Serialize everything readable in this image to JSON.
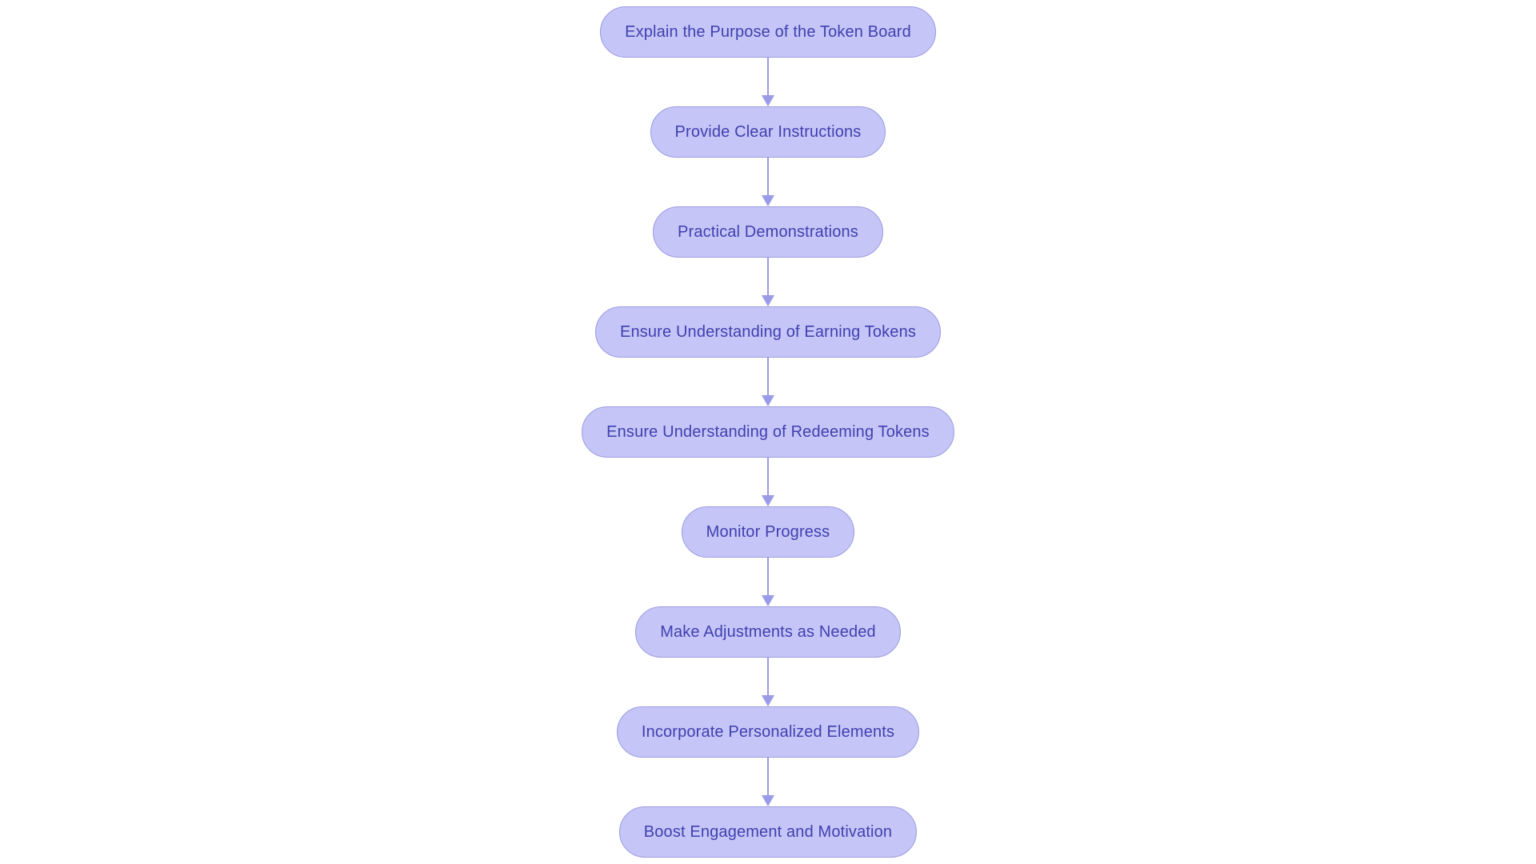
{
  "chart_data": {
    "type": "diagram",
    "diagram_type": "flowchart",
    "orientation": "top-to-bottom",
    "title": "",
    "node_count": 9,
    "edge_count": 8,
    "background_color": "#ffffff",
    "node_fill_color": "#c5c6f7",
    "node_border_color": "#9a9ae0",
    "node_text_color": "#3f3fb0",
    "edge_color": "#9a9ae8",
    "node_shape": "rounded-pill",
    "nodes": [
      {
        "id": "n1",
        "label": "Explain the Purpose of the Token Board"
      },
      {
        "id": "n2",
        "label": "Provide Clear Instructions"
      },
      {
        "id": "n3",
        "label": "Practical Demonstrations"
      },
      {
        "id": "n4",
        "label": "Ensure Understanding of Earning Tokens"
      },
      {
        "id": "n5",
        "label": "Ensure Understanding of Redeeming Tokens"
      },
      {
        "id": "n6",
        "label": "Monitor Progress"
      },
      {
        "id": "n7",
        "label": "Make Adjustments as Needed"
      },
      {
        "id": "n8",
        "label": "Incorporate Personalized Elements"
      },
      {
        "id": "n9",
        "label": "Boost Engagement and Motivation"
      }
    ],
    "edges": [
      {
        "from": "n1",
        "to": "n2",
        "label": "",
        "arrow": "down"
      },
      {
        "from": "n2",
        "to": "n3",
        "label": "",
        "arrow": "down"
      },
      {
        "from": "n3",
        "to": "n4",
        "label": "",
        "arrow": "down"
      },
      {
        "from": "n4",
        "to": "n5",
        "label": "",
        "arrow": "down"
      },
      {
        "from": "n5",
        "to": "n6",
        "label": "",
        "arrow": "down"
      },
      {
        "from": "n6",
        "to": "n7",
        "label": "",
        "arrow": "down"
      },
      {
        "from": "n7",
        "to": "n8",
        "label": "",
        "arrow": "down"
      },
      {
        "from": "n8",
        "to": "n9",
        "label": "",
        "arrow": "down"
      }
    ]
  }
}
